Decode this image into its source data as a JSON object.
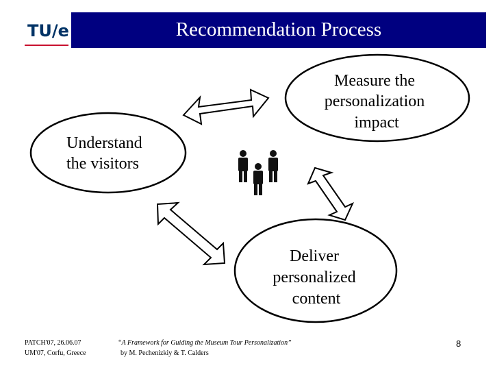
{
  "header": {
    "logo_text": "TU/e",
    "title": "Recommendation Process"
  },
  "diagram": {
    "nodes": [
      {
        "id": "understand",
        "lines": [
          "Understand",
          "the visitors"
        ]
      },
      {
        "id": "measure",
        "lines": [
          "Measure the",
          "personalization",
          "impact"
        ]
      },
      {
        "id": "deliver",
        "lines": [
          "Deliver",
          "personalized",
          "content"
        ]
      }
    ],
    "center_icon": "people-group-icon"
  },
  "footer": {
    "left_line1": "PATCH'07, 26.06.07",
    "left_line2": "UM'07, Corfu, Greece",
    "center_line1": "“A Framework for Guiding the Museum Tour Personalization”",
    "center_line2": "by M. Pechenizkiy & T. Calders",
    "page_number": "8"
  }
}
